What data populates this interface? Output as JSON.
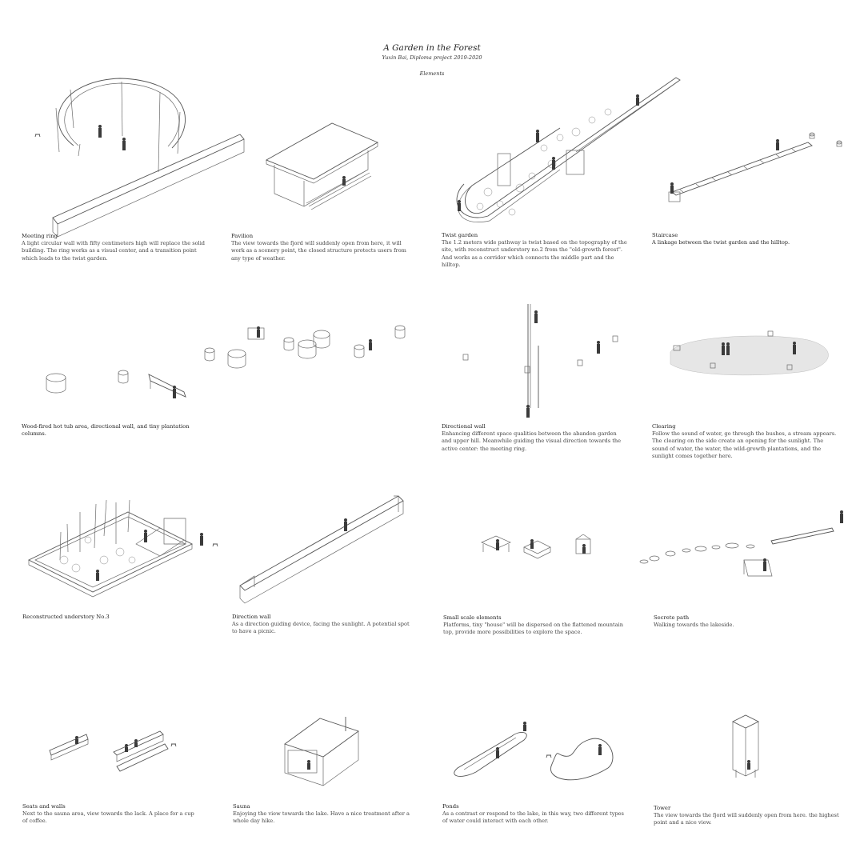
{
  "header": {
    "title": "A Garden in the Forest",
    "subtitle": "Yuxin Bai, Diploma project 2019-2020",
    "section": "Elements"
  },
  "captions": [
    {
      "title": "Meeting ring",
      "desc": "A light circular wall with fifty centimeters high will replace the solid building. The ring works as a visual center, and a transition point which leads to the twist garden."
    },
    {
      "title": "Pavilion",
      "desc": "The view towards the fjord will suddenly open from here, it will work as a scenery point, the closed structure protects users from any type of weather."
    },
    {
      "title": "Twist garden",
      "desc": "The 1.2 meters wide pathway is twist based on the topography of the site, with reconstruct understory no.2 from the \"old-growth forest\". And works as a corridor which connects the middle part and the hilltop."
    },
    {
      "title": "Staircase",
      "desc": "A linkage between the twist garden and the hilltop."
    },
    {
      "title": "Wood-fired hot tub area, directional wall, and tiny plantation columns.",
      "desc": ""
    },
    {
      "title": "Directional wall",
      "desc": "Enhancing different space qualities between the abandon garden and upper hill. Meanwhile guiding the visual direction towards the active center: the meeting ring."
    },
    {
      "title": "Clearing",
      "desc": "Follow the sound of water, go through the bushes, a stream appears. The clearing on the side create an opening for the sunlight. The sound of water, the water, the wild-growth plantations, and the sunlight comes together here."
    },
    {
      "title": "Reconstructed understory No.3",
      "desc": ""
    },
    {
      "title": "Direction wall",
      "desc": "As a direction guiding device, facing the sunlight. A potential spot to have a picnic."
    },
    {
      "title": "Small scale elements",
      "desc": "Platforms, tiny \"house\" will be dispersed on the flattened mountain top, provide more possibilities to explore the space."
    },
    {
      "title": "Secrete path",
      "desc": "Walking towards the lakeside."
    },
    {
      "title": "Seats and walls",
      "desc": "Next to the sauna area, view towards the lack. A place for a cup of coffee."
    },
    {
      "title": "Sauna",
      "desc": "Enjoying the view towards the lake. Have a nice treatment after a whole day hike."
    },
    {
      "title": "Ponds",
      "desc": "As a contrast  or respond to the lake,  in this way, two different types of water could interact with each other."
    },
    {
      "title": "Tower",
      "desc": "The view towards the fjord will suddenly open from here. the highest point and a nice view."
    }
  ]
}
